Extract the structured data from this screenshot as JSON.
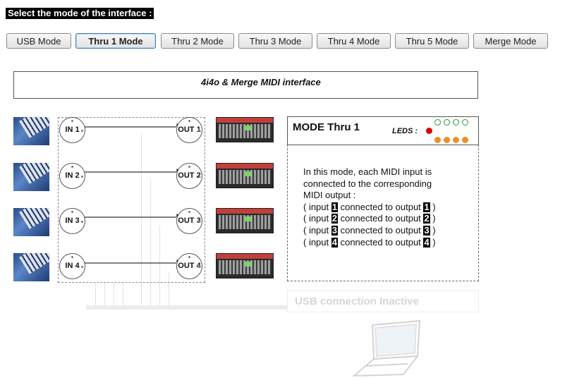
{
  "header": {
    "prompt": "Select the mode of the interface :"
  },
  "modes": [
    {
      "label": "USB Mode",
      "active": false
    },
    {
      "label": "Thru 1 Mode",
      "active": true
    },
    {
      "label": "Thru 2 Mode",
      "active": false
    },
    {
      "label": "Thru 3 Mode",
      "active": false
    },
    {
      "label": "Thru 4 Mode",
      "active": false
    },
    {
      "label": "Thru 5 Mode",
      "active": false
    },
    {
      "label": "Merge Mode",
      "active": false
    }
  ],
  "interface_title": "4i4o & Merge MIDI interface",
  "diagram": {
    "inputs": [
      "IN 1",
      "IN 2",
      "IN 3",
      "IN 4"
    ],
    "outputs": [
      "OUT 1",
      "OUT 2",
      "OUT 3",
      "OUT 4"
    ]
  },
  "mode_panel": {
    "title": "MODE Thru 1",
    "leds_label": "LEDS :",
    "description": [
      "In this mode, each MIDI input is",
      "connected to the corresponding",
      "MIDI output :"
    ],
    "mappings": [
      {
        "prefix": "( input ",
        "input": "1",
        "middle": " connected to output ",
        "output": "1",
        "suffix": " )"
      },
      {
        "prefix": "( input ",
        "input": "2",
        "middle": " connected to output ",
        "output": "2",
        "suffix": " )"
      },
      {
        "prefix": "( input ",
        "input": "3",
        "middle": " connected to output ",
        "output": "3",
        "suffix": " )"
      },
      {
        "prefix": "( input ",
        "input": "4",
        "middle": " connected to output ",
        "output": "4",
        "suffix": " )"
      }
    ],
    "led_colors": {
      "power": "#dd0000",
      "green_ring": "#2a9a2a",
      "orange": "#f09020"
    }
  },
  "usb_status": "USB connection Inactive",
  "icons": [
    "keyboard-icon",
    "synth-module-icon",
    "midi-port-icon",
    "led-icon",
    "laptop-icon"
  ]
}
